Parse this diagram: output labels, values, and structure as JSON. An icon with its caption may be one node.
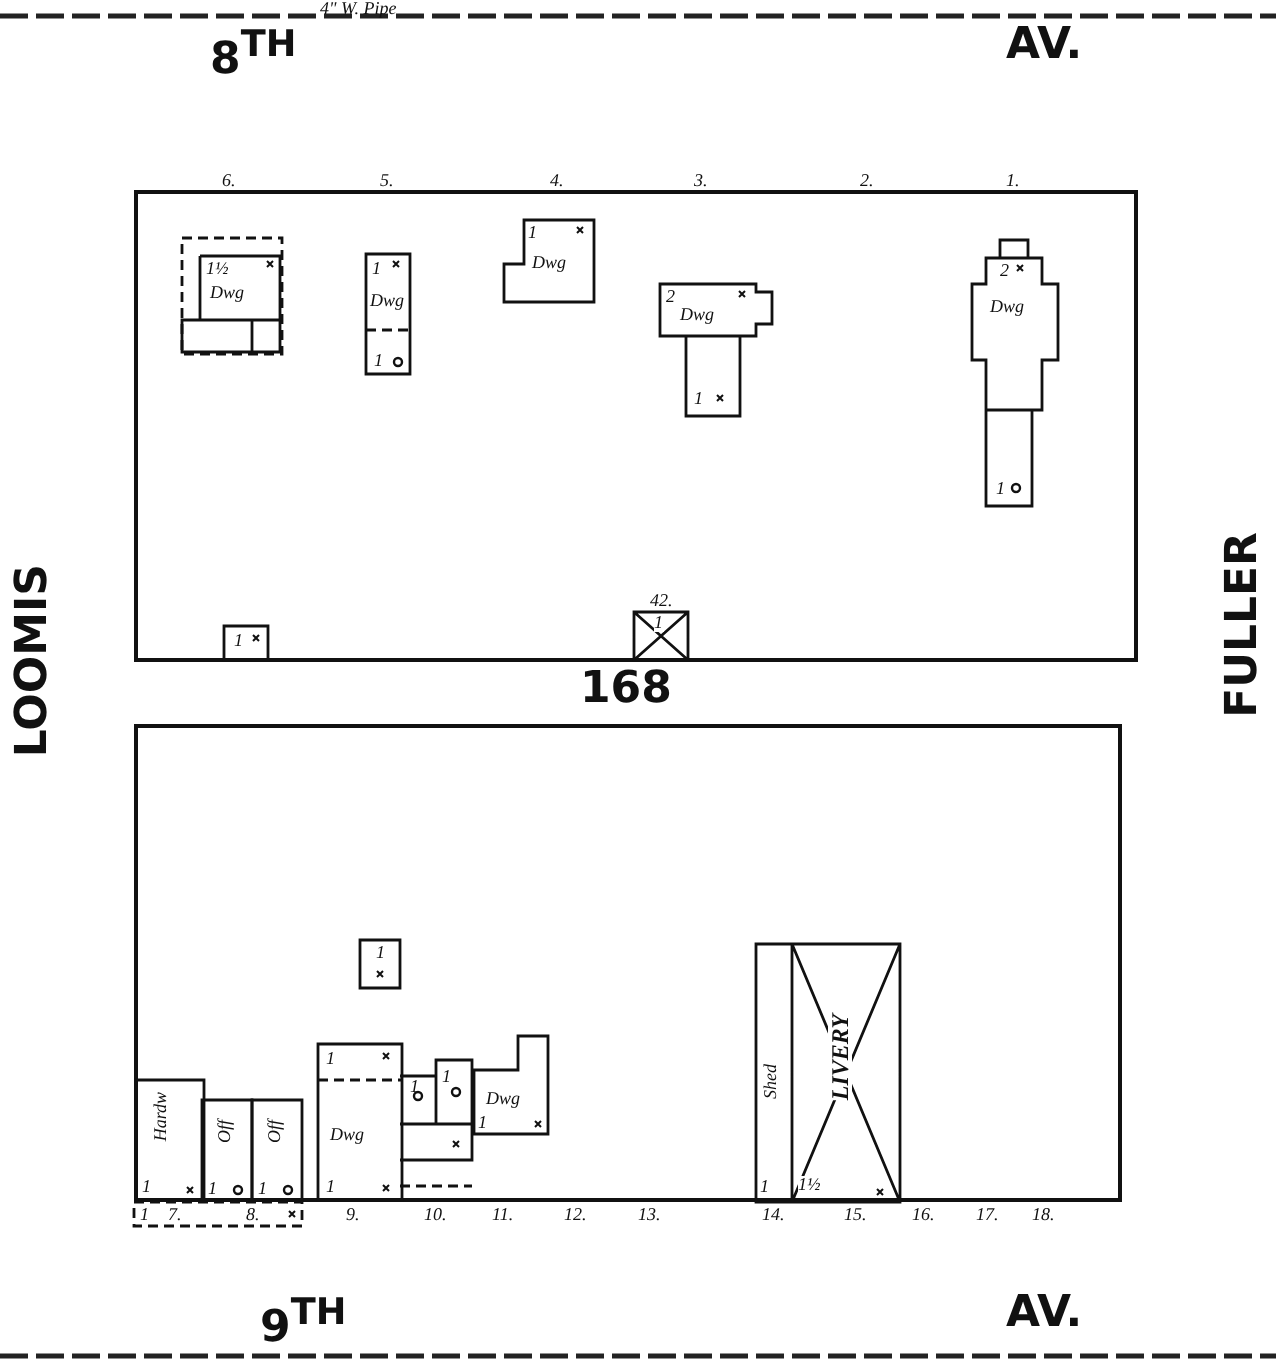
{
  "diagram": {
    "nodes": [
      {
        "text": [],
        "shape": "box"
      },
      {
        "text": [
          "1½",
          "Dwg"
        ],
        "in": 0
      },
      {
        "text": [
          "1",
          "Dwg",
          "1"
        ],
        "in": 0
      },
      {
        "text": [
          "1",
          "Dwg"
        ],
        "in": 0
      },
      {
        "text": [
          "2",
          "Dwg",
          "1"
        ],
        "in": 0
      },
      {
        "text": [
          "2",
          "Dwg",
          "1"
        ],
        "in": 0
      },
      {
        "text": [
          "1"
        ],
        "in": 0
      },
      {
        "text": [
          "1"
        ],
        "in": 0,
        "beside": [
          "42."
        ]
      },
      {
        "text": [],
        "shape": "box"
      },
      {
        "text": [
          "1"
        ],
        "in": 8
      },
      {
        "text": [
          "Hardw",
          "1"
        ],
        "in": 8
      },
      {
        "text": [
          "Off",
          "1"
        ],
        "in": 8
      },
      {
        "text": [
          "Off",
          "1"
        ],
        "in": 8
      },
      {
        "text": [
          "1"
        ]
      },
      {
        "text": [
          "1",
          "Dwg",
          "1"
        ],
        "in": 8
      },
      {
        "text": [
          "1",
          "1"
        ],
        "in": 8
      },
      {
        "text": [
          "Dwg",
          "1"
        ],
        "in": 8
      },
      {
        "text": [
          "Shed",
          "LIVERY",
          "1",
          "1½"
        ],
        "in": 8
      }
    ],
    "labels": [
      "4\" W. Pipe",
      "8$^{TH}$",
      "AV.",
      "6.",
      "5.",
      "4.",
      "3.",
      "2.",
      "1.",
      "LOOMIS",
      "168",
      "FULLER",
      "7.",
      "8.",
      "9.",
      "10.",
      "11.",
      "12.",
      "13.",
      "14.",
      "15.",
      "16.",
      "17.",
      "18.",
      "9$^{TH}$",
      "AV."
    ]
  }
}
